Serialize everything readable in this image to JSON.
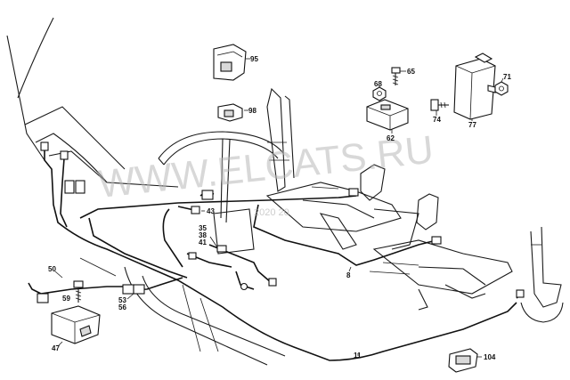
{
  "watermark": {
    "main": "WWW.ELCATS.RU",
    "small": "2020 20"
  },
  "labels": [
    {
      "id": "95",
      "text": "95"
    },
    {
      "id": "65",
      "text": "65"
    },
    {
      "id": "71",
      "text": "71"
    },
    {
      "id": "68",
      "text": "68"
    },
    {
      "id": "98",
      "text": "98"
    },
    {
      "id": "74",
      "text": "74"
    },
    {
      "id": "77",
      "text": "77"
    },
    {
      "id": "62",
      "text": "62"
    },
    {
      "id": "43",
      "text": "43"
    },
    {
      "id": "35",
      "text": "35"
    },
    {
      "id": "38",
      "text": "38"
    },
    {
      "id": "41",
      "text": "41"
    },
    {
      "id": "8",
      "text": "8"
    },
    {
      "id": "50",
      "text": "50"
    },
    {
      "id": "59",
      "text": "59"
    },
    {
      "id": "53",
      "text": "53"
    },
    {
      "id": "56",
      "text": "56"
    },
    {
      "id": "47",
      "text": "47"
    },
    {
      "id": "11",
      "text": "11"
    },
    {
      "id": "104",
      "text": "104"
    }
  ]
}
